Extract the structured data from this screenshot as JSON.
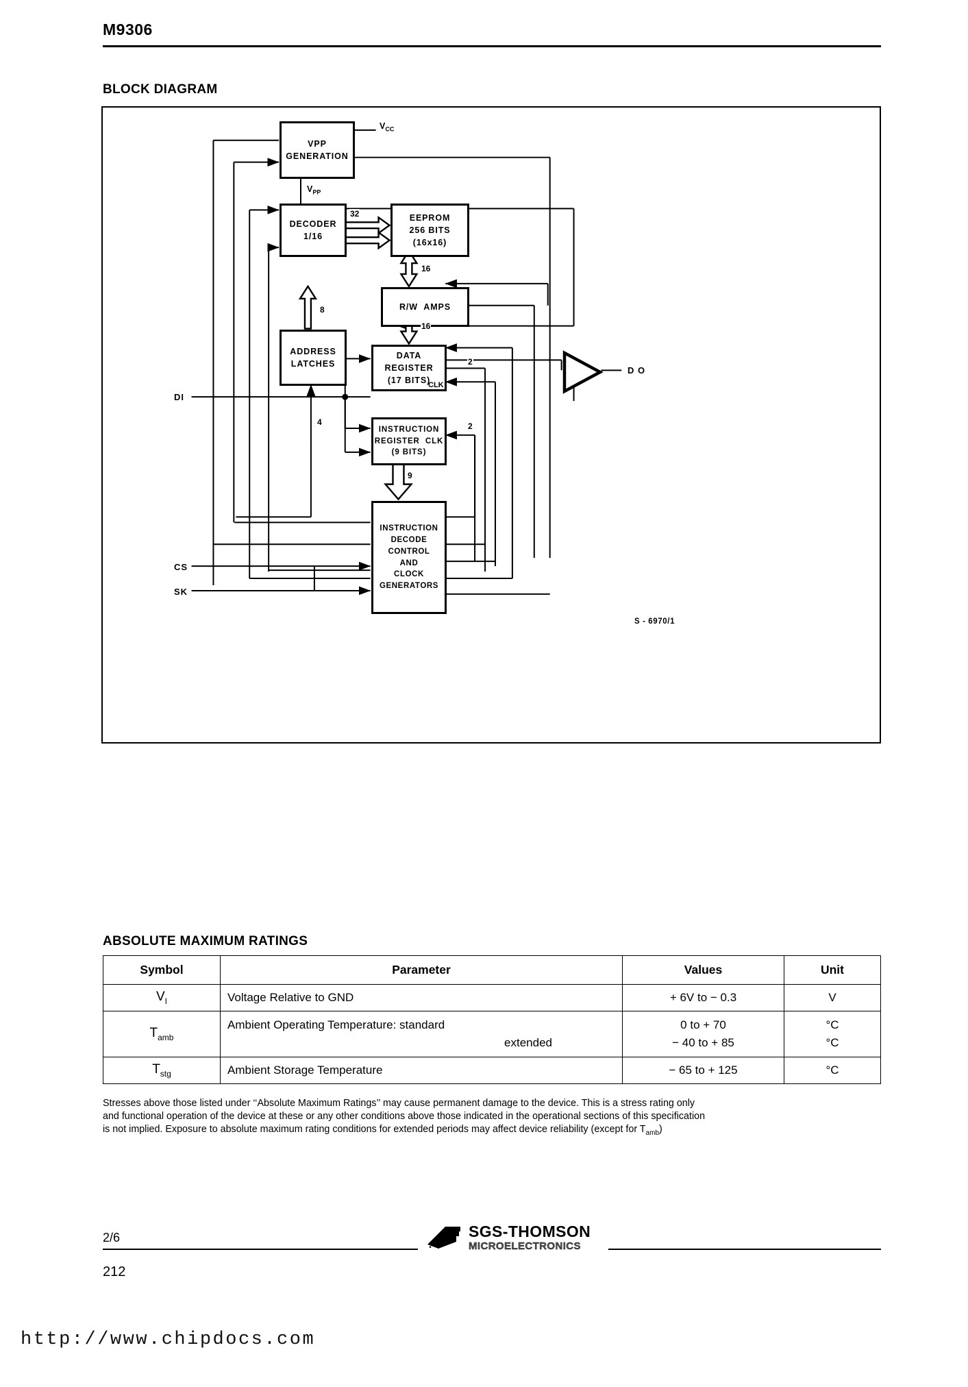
{
  "header": {
    "part_number": "M9306"
  },
  "sections": {
    "block_diagram_title": "BLOCK DIAGRAM",
    "absolute_maximum_ratings_title": "ABSOLUTE MAXIMUM RATINGS"
  },
  "block_diagram": {
    "drawing_code": "S - 6970/1",
    "blocks": [
      {
        "id": "vpp_gen",
        "lines": [
          "VPP",
          "GENERATION"
        ]
      },
      {
        "id": "decoder",
        "lines": [
          "DECODER",
          "1/16"
        ]
      },
      {
        "id": "eeprom",
        "lines": [
          "EEPROM",
          "256 BITS",
          "(16x16)"
        ]
      },
      {
        "id": "addr_latch",
        "lines": [
          "ADDRESS",
          "LATCHES"
        ]
      },
      {
        "id": "rw_amps",
        "lines": [
          "R/W  AMPS"
        ]
      },
      {
        "id": "data_reg",
        "lines": [
          "DATA",
          "REGISTER",
          "(17 BITS)"
        ]
      },
      {
        "id": "instr_reg",
        "lines": [
          "INSTRUCTION",
          "REGISTER  CLK",
          "(9 BITS)"
        ]
      },
      {
        "id": "instr_dec",
        "lines": [
          "INSTRUCTION",
          "DECODE",
          "CONTROL",
          "AND",
          "CLOCK",
          "GENERATORS"
        ]
      }
    ],
    "pin_labels": {
      "vcc": "V",
      "vcc_sub": "CC",
      "vpp": "V",
      "vpp_sub": "PP",
      "di": "DI",
      "cs": "CS",
      "sk": "SK",
      "do": "D O"
    },
    "bus_widths": {
      "decoder_to_eeprom": "32",
      "latch_to_decoder": "8",
      "eeprom_to_rwamps": "16",
      "rwamps_to_datareg": "16",
      "addr_in": "4",
      "datareg_clk": "2",
      "instrreg_clk": "2",
      "instrreg_to_decode": "9"
    },
    "inline_labels": {
      "data_reg_clk": "CLK"
    }
  },
  "amr_table": {
    "columns": [
      "Symbol",
      "Parameter",
      "Values",
      "Unit"
    ],
    "rows": [
      {
        "symbol": "V",
        "symbol_sub": "I",
        "parameter": "Voltage Relative to GND",
        "parameter2": "",
        "values": "+ 6V to − 0.3",
        "values2": "",
        "unit": "V",
        "unit2": ""
      },
      {
        "symbol": "T",
        "symbol_sub": "amb",
        "parameter": "Ambient Operating Temperature: standard",
        "parameter2": "extended",
        "values": "0 to + 70",
        "values2": "− 40 to  + 85",
        "unit": "°C",
        "unit2": "°C"
      },
      {
        "symbol": "T",
        "symbol_sub": "stg",
        "parameter": "Ambient Storage Temperature",
        "parameter2": "",
        "values": "− 65 to  + 125",
        "values2": "",
        "unit": "°C",
        "unit2": ""
      }
    ]
  },
  "note": {
    "line1": "Stresses above those listed under ‘‘Absolute Maximum Ratings’’ may cause permanent damage to the device. This is a stress rating only",
    "line2": "and functional operation of the device at these or any other conditions above those indicated in the operational sections of this specification",
    "line3_a": "is not implied. Exposure to absolute maximum rating conditions for extended periods may affect device reliability (except for T",
    "line3_sub": "amb",
    "line3_b": ")"
  },
  "footer": {
    "page_ref": "2/6",
    "page_number": "212",
    "brand_line1": "SGS-THOMSON",
    "brand_line2": "MICROELECTRONICS"
  },
  "watermark": {
    "url": "http://www.chipdocs.com"
  }
}
